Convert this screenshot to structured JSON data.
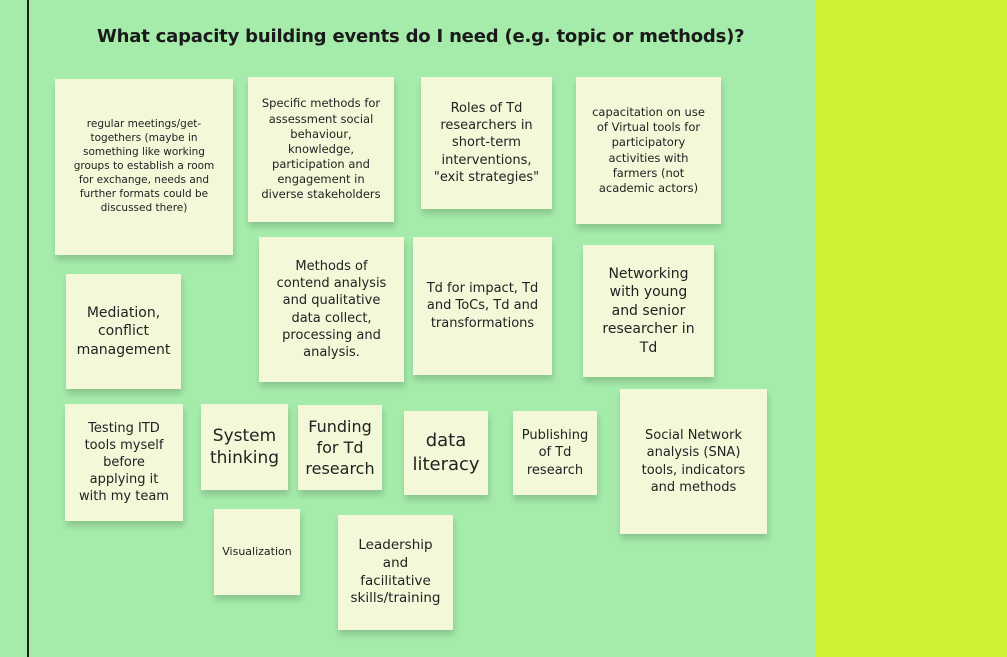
{
  "board": {
    "title": "What capacity building events do I need (e.g. topic or methods)?",
    "colors": {
      "background": "#a5ebaa",
      "side_panel": "#cdf231",
      "sticky": "#f3f8d9",
      "text": "#222222"
    }
  },
  "notes": [
    "regular meetings/get-togethers (maybe in something like working groups to establish a room for exchange, needs and further formats could be discussed there)",
    "Specific methods for assessment social behaviour, knowledge, participation and engagement in diverse stakeholders",
    "Roles of Td researchers in short-term interventions, \"exit strategies\"",
    "capacitation on use of Virtual tools for participatory activities with farmers (not academic actors)",
    "Mediation, conflict management",
    "Methods of contend analysis and qualitative data collect, processing and analysis.",
    "Td for impact, Td and ToCs, Td and transformations",
    "Networking with young and senior researcher in Td",
    "Testing ITD tools myself before applying it with my team",
    "System thinking",
    "Funding for Td research",
    "data literacy",
    "Publishing of Td research",
    "Social Network analysis (SNA) tools, indicators and methods",
    "Visualization",
    "Leadership and facilitative skills/training"
  ]
}
